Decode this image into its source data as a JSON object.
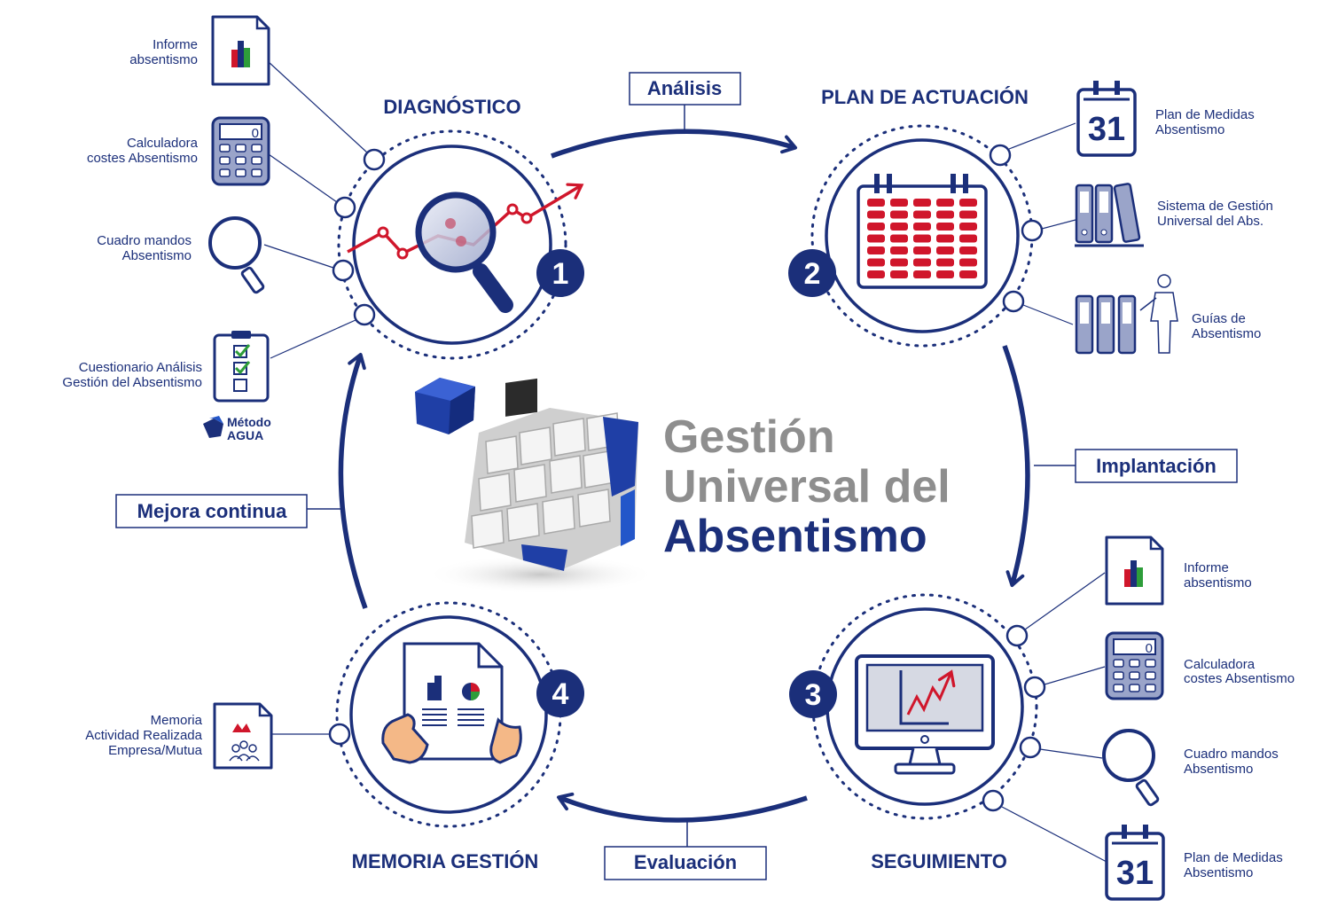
{
  "colors": {
    "navy": "#1b2f7a",
    "red": "#d0162b",
    "gray": "#8e8e8e",
    "accent_blue": "#2356c9"
  },
  "brand": {
    "line1": "Gestión",
    "line2": "Universal del",
    "line3": "Absentismo"
  },
  "stages": [
    {
      "number": "1",
      "title": "DIAGNÓSTICO",
      "icon": "magnifier-chart-icon"
    },
    {
      "number": "2",
      "title": "PLAN DE ACTUACIÓN",
      "icon": "calendar-icon"
    },
    {
      "number": "3",
      "title": "SEGUIMIENTO",
      "icon": "monitor-chart-icon"
    },
    {
      "number": "4",
      "title": "MEMORIA GESTIÓN",
      "icon": "report-hands-icon"
    }
  ],
  "processes": {
    "analisis": "Análisis",
    "implantacion": "Implantación",
    "evaluacion": "Evaluación",
    "mejora": "Mejora continua"
  },
  "diagnostico_items": [
    {
      "lines": [
        "Informe",
        "absentismo"
      ],
      "icon": "report-document-icon"
    },
    {
      "lines": [
        "Calculadora",
        "costes Absentismo"
      ],
      "icon": "calculator-icon"
    },
    {
      "lines": [
        "Cuadro mandos",
        "Absentismo"
      ],
      "icon": "magnifier-icon"
    },
    {
      "lines": [
        "Cuestionario Análisis",
        "Gestión del Absentismo"
      ],
      "icon": "checklist-icon"
    }
  ],
  "metodo": {
    "line1": "Método",
    "line2": "AGUA"
  },
  "plan_items": [
    {
      "lines": [
        "Plan de Medidas",
        "Absentismo"
      ],
      "icon": "calendar-31-icon",
      "day": "31"
    },
    {
      "lines": [
        "Sistema de Gestión",
        "Universal del Abs."
      ],
      "icon": "binders-icon"
    },
    {
      "lines": [
        "Guías de",
        "Absentismo"
      ],
      "icon": "binders-person-icon"
    }
  ],
  "seguimiento_items": [
    {
      "lines": [
        "Informe",
        "absentismo"
      ],
      "icon": "report-document-icon"
    },
    {
      "lines": [
        "Calculadora",
        "costes Absentismo"
      ],
      "icon": "calculator-icon"
    },
    {
      "lines": [
        "Cuadro mandos",
        "Absentismo"
      ],
      "icon": "magnifier-icon"
    },
    {
      "lines": [
        "Plan de Medidas",
        "Absentismo"
      ],
      "icon": "calendar-31-icon",
      "day": "31"
    }
  ],
  "memoria_items": [
    {
      "lines": [
        "Memoria",
        "Actividad Realizada",
        "Empresa/Mutua"
      ],
      "icon": "memoria-document-icon"
    }
  ],
  "calculator_display": "0"
}
